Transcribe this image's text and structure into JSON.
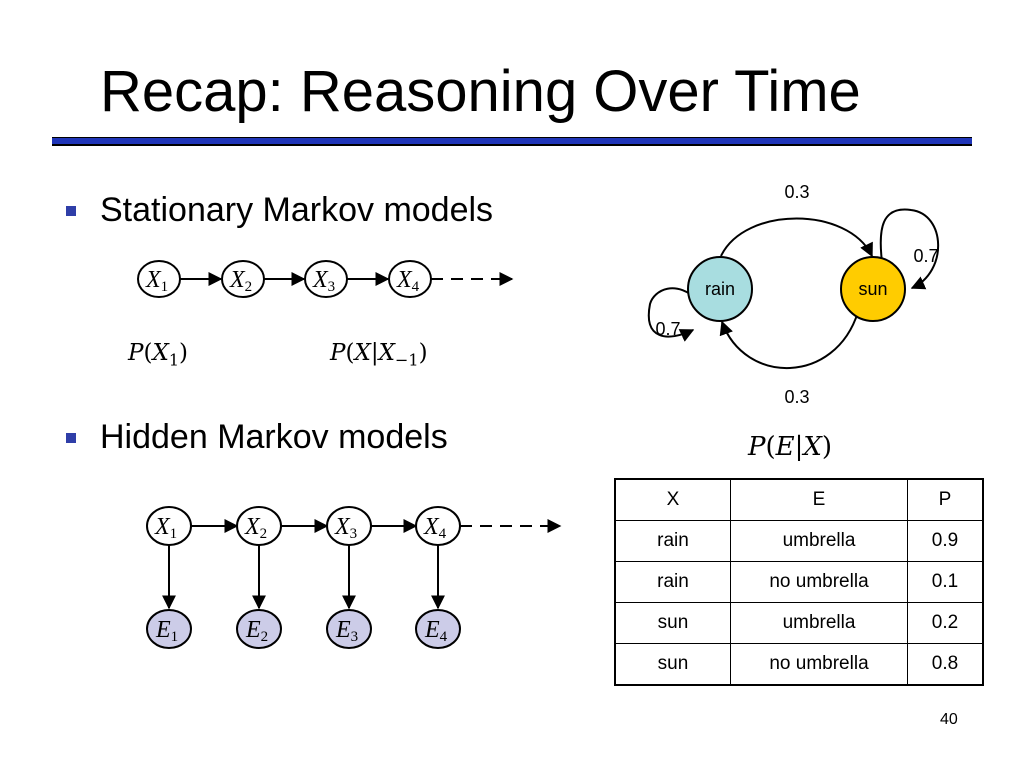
{
  "slide": {
    "title": "Recap: Reasoning Over Time",
    "page_number": "40"
  },
  "markov": {
    "bullet": "Stationary Markov models",
    "nodes": [
      {
        "var": "X",
        "sub": "1"
      },
      {
        "var": "X",
        "sub": "2"
      },
      {
        "var": "X",
        "sub": "3"
      },
      {
        "var": "X",
        "sub": "4"
      }
    ],
    "formula_initial": {
      "p": "P",
      "var": "X",
      "sub": "1"
    },
    "formula_transition": {
      "p": "P",
      "var": "X",
      "given": "X",
      "sub": "−1"
    }
  },
  "transition_diagram": {
    "states": [
      {
        "label": "rain",
        "color": "#a8dde0"
      },
      {
        "label": "sun",
        "color": "#ffcc00"
      }
    ],
    "edges": [
      {
        "from": "rain",
        "to": "sun",
        "prob": "0.3"
      },
      {
        "from": "sun",
        "to": "sun",
        "prob": "0.7"
      },
      {
        "from": "rain",
        "to": "rain",
        "prob": "0.7"
      },
      {
        "from": "sun",
        "to": "rain",
        "prob": "0.3"
      }
    ]
  },
  "hmm": {
    "bullet": "Hidden Markov models",
    "hidden_nodes": [
      {
        "var": "X",
        "sub": "1"
      },
      {
        "var": "X",
        "sub": "2"
      },
      {
        "var": "X",
        "sub": "3"
      },
      {
        "var": "X",
        "sub": "4"
      }
    ],
    "evidence_nodes": [
      {
        "var": "E",
        "sub": "1"
      },
      {
        "var": "E",
        "sub": "2"
      },
      {
        "var": "E",
        "sub": "3"
      },
      {
        "var": "E",
        "sub": "4"
      }
    ],
    "evidence_fill": "#cccce8",
    "emission_formula": {
      "p": "P",
      "var": "E",
      "given": "X"
    },
    "emission_table": {
      "columns": [
        "X",
        "E",
        "P"
      ],
      "rows": [
        [
          "rain",
          "umbrella",
          "0.9"
        ],
        [
          "rain",
          "no umbrella",
          "0.1"
        ],
        [
          "sun",
          "umbrella",
          "0.2"
        ],
        [
          "sun",
          "no umbrella",
          "0.8"
        ]
      ]
    }
  },
  "colors": {
    "rule_blue": "#1f35b8",
    "bullet": "#2f3ea8"
  }
}
